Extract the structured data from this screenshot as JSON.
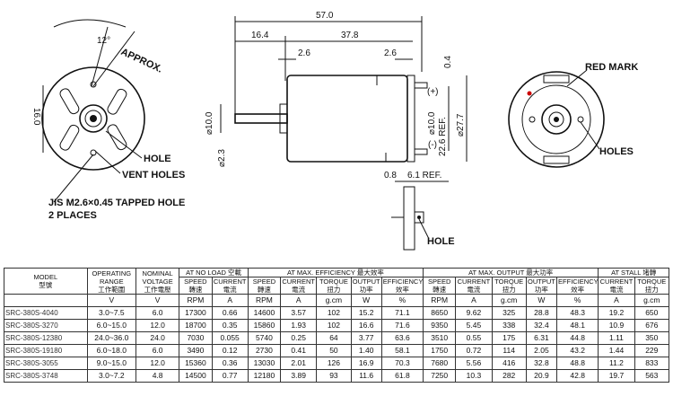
{
  "drawing": {
    "front_view": {
      "angle": "12°",
      "approx": "APPROX.",
      "dim_vertical": "16.0",
      "hole": "HOLE",
      "vent_holes": "VENT HOLES",
      "tapped_hole": "JIS M2.6×0.45 TAPPED HOLE",
      "places": "2 PLACES"
    },
    "side_view": {
      "overall_length": "57.0",
      "shaft_length": "16.4",
      "body_length": "37.8",
      "left_offset": "2.6",
      "right_offset": "2.6",
      "terminal_thickness": "0.4",
      "shaft_dia": "⌀10.0",
      "boss_dia": "⌀2.3",
      "inner_dia": "⌀10.0",
      "terminal_ref": "22.6 REF.",
      "body_dia": "⌀27.7",
      "plus_mark": "(+)",
      "minus_mark": "(-)",
      "dim_08": "0.8",
      "dim_61": "6.1 REF.",
      "hole": "HOLE"
    },
    "rear_view": {
      "red_mark": "RED MARK",
      "holes": "HOLES"
    }
  },
  "table": {
    "h_model": [
      "MODEL",
      "型號"
    ],
    "h_operating": [
      "OPERATING",
      "RANGE",
      "工作範圍"
    ],
    "h_nominal": [
      "NOMINAL",
      "VOLTAGE",
      "工作電壓"
    ],
    "h_no_load": "AT NO LOAD 空載",
    "h_max_eff": "AT MAX. EFFICIENCY 最大效率",
    "h_max_out": "AT MAX. OUTPUT 最大功率",
    "h_stall": "AT STALL 堵轉",
    "sub_no_load": [
      [
        "SPEED",
        "轉速"
      ],
      [
        "CURRENT",
        "電流"
      ]
    ],
    "sub_max_eff": [
      [
        "SPEED",
        "轉速"
      ],
      [
        "CURRENT",
        "電流"
      ],
      [
        "TORQUE",
        "扭力"
      ],
      [
        "OUTPUT",
        "功率"
      ],
      [
        "EFFICIENCY",
        "效率"
      ]
    ],
    "sub_max_out": [
      [
        "SPEED",
        "轉速"
      ],
      [
        "CURRENT",
        "電流"
      ],
      [
        "TORQUE",
        "扭力"
      ],
      [
        "OUTPUT",
        "功率"
      ],
      [
        "EFFICIENCY",
        "效率"
      ]
    ],
    "sub_stall": [
      [
        "CURRENT",
        "電流"
      ],
      [
        "TORQUE",
        "扭力"
      ]
    ],
    "units": [
      "V",
      "V",
      "RPM",
      "A",
      "RPM",
      "A",
      "g.cm",
      "W",
      "%",
      "RPM",
      "A",
      "g.cm",
      "W",
      "%",
      "A",
      "g.cm"
    ],
    "rows": [
      [
        "SRC-380S-4040",
        "3.0~7.5",
        "6.0",
        "17300",
        "0.66",
        "14600",
        "3.57",
        "102",
        "15.2",
        "71.1",
        "8650",
        "9.62",
        "325",
        "28.8",
        "48.3",
        "19.2",
        "650"
      ],
      [
        "SRC-380S-3270",
        "6.0~15.0",
        "12.0",
        "18700",
        "0.35",
        "15860",
        "1.93",
        "102",
        "16.6",
        "71.6",
        "9350",
        "5.45",
        "338",
        "32.4",
        "48.1",
        "10.9",
        "676"
      ],
      [
        "SRC-380S-12380",
        "24.0~36.0",
        "24.0",
        "7030",
        "0.055",
        "5740",
        "0.25",
        "64",
        "3.77",
        "63.6",
        "3510",
        "0.55",
        "175",
        "6.31",
        "44.8",
        "1.11",
        "350"
      ],
      [
        "SRC-380S-19180",
        "6.0~18.0",
        "6.0",
        "3490",
        "0.12",
        "2730",
        "0.41",
        "50",
        "1.40",
        "58.1",
        "1750",
        "0.72",
        "114",
        "2.05",
        "43.2",
        "1.44",
        "229"
      ],
      [
        "SRC-380S-3055",
        "9.0~15.0",
        "12.0",
        "15360",
        "0.36",
        "13030",
        "2.01",
        "126",
        "16.9",
        "70.3",
        "7680",
        "5.56",
        "416",
        "32.8",
        "48.8",
        "11.2",
        "833"
      ],
      [
        "SRC-380S-3748",
        "3.0~7.2",
        "4.8",
        "14500",
        "0.77",
        "12180",
        "3.89",
        "93",
        "11.6",
        "61.8",
        "7250",
        "10.3",
        "282",
        "20.9",
        "42.8",
        "19.7",
        "563"
      ]
    ]
  }
}
